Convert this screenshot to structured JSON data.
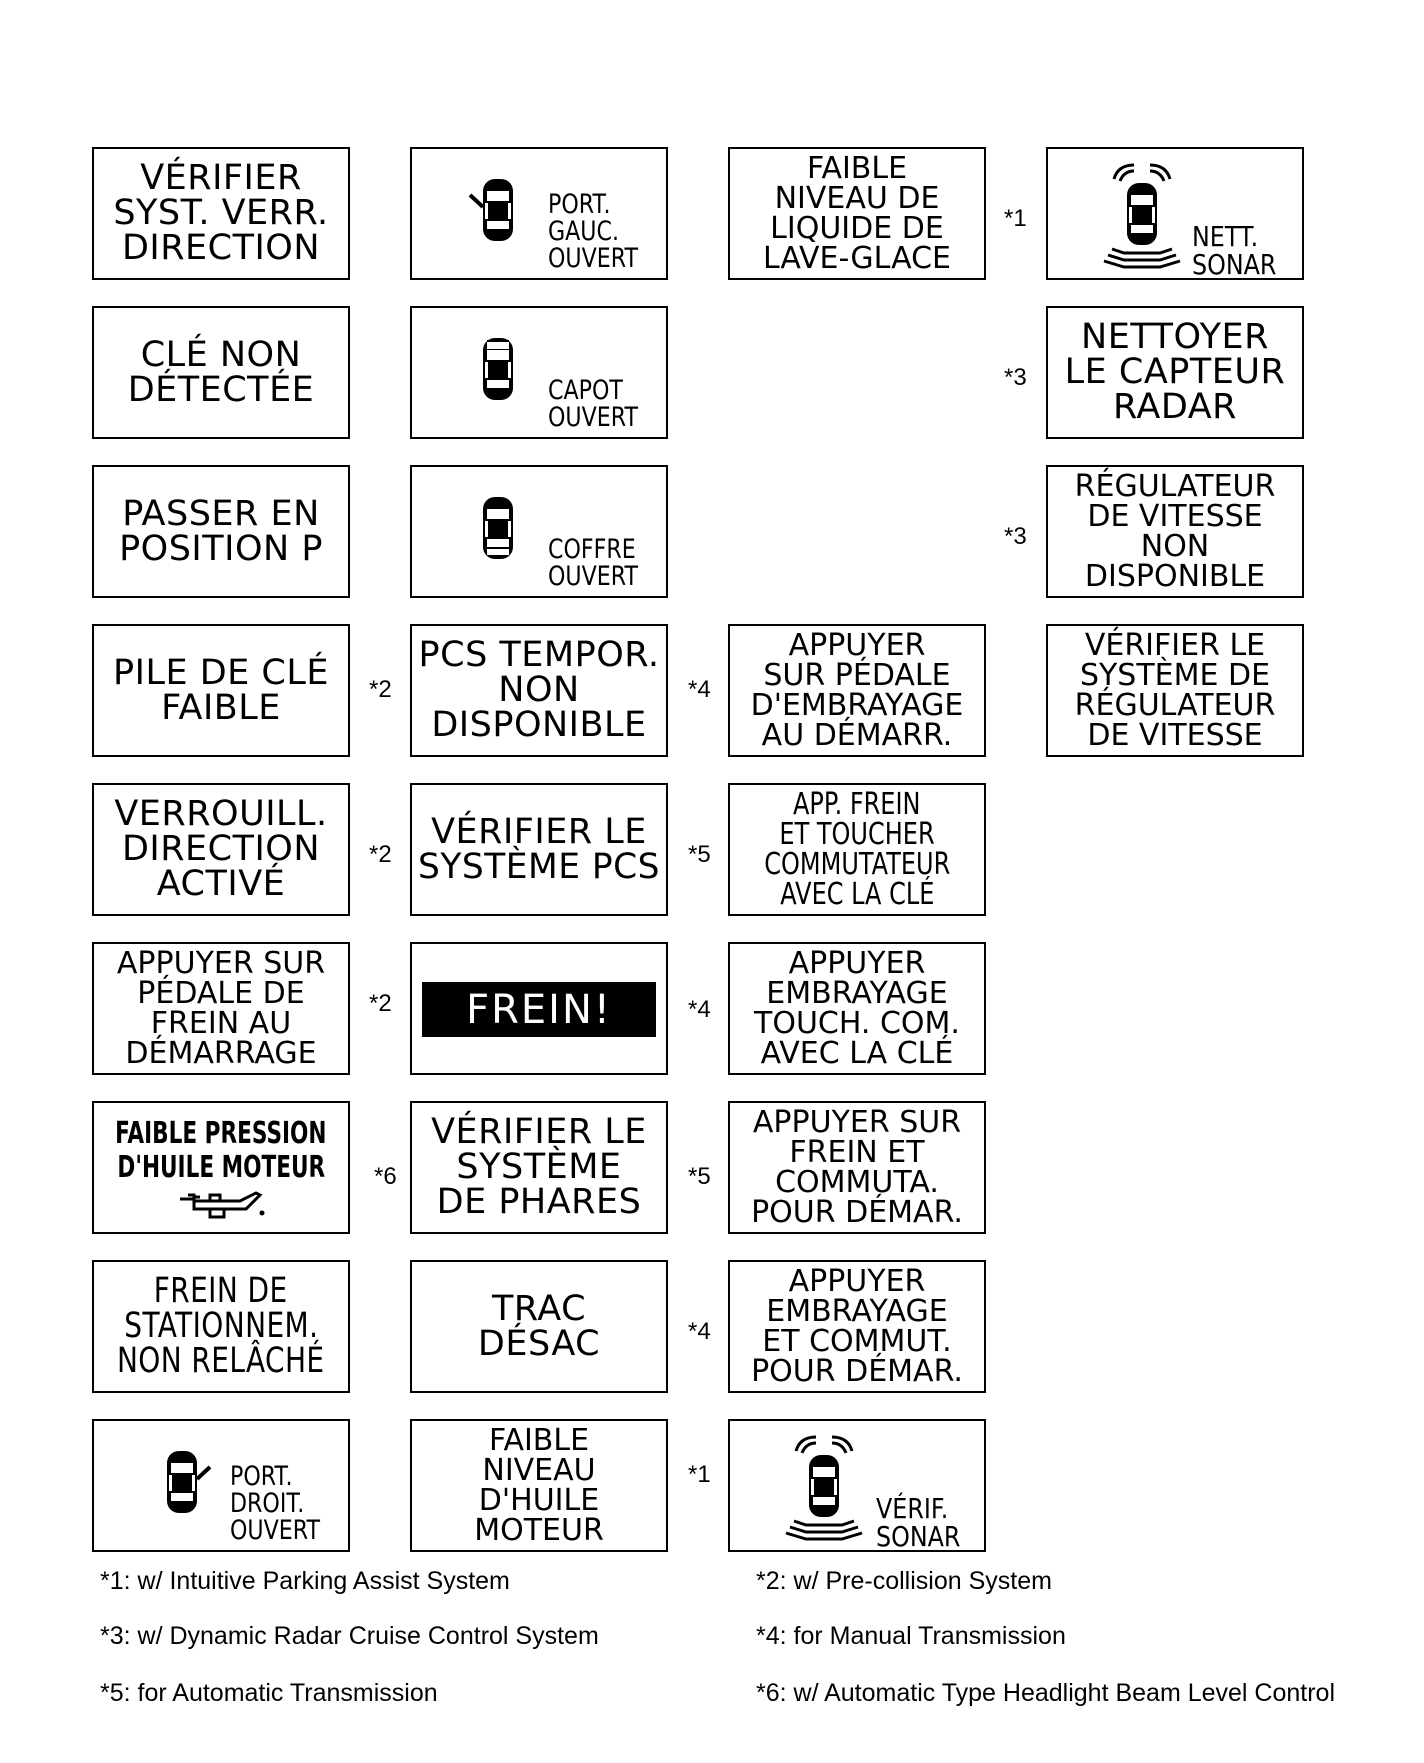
{
  "col1": [
    [
      "VÉRIFIER",
      "SYST. VERR.",
      "DIRECTION"
    ],
    [
      "CLÉ NON",
      "DÉTECTÉE"
    ],
    [
      "PASSER EN",
      "POSITION P"
    ],
    [
      "PILE DE CLÉ",
      "FAIBLE"
    ],
    [
      "VERROUILL.",
      "DIRECTION",
      "ACTIVÉ"
    ],
    [
      "APPUYER SUR",
      "PÉDALE DE",
      "FREIN AU",
      "DÉMARRAGE"
    ],
    [
      "FAIBLE PRESSION",
      "D'HUILE MOTEUR"
    ],
    [
      "FREIN DE",
      "STATIONNEM.",
      "NON RELÂCHÉ"
    ],
    [
      "PORT.",
      "DROIT.",
      "OUVERT"
    ]
  ],
  "col2": [
    [
      "PORT.",
      "GAUC.",
      "OUVERT"
    ],
    [
      "CAPOT",
      "OUVERT"
    ],
    [
      "COFFRE",
      "OUVERT"
    ],
    [
      "PCS TEMPOR.",
      "NON",
      "DISPONIBLE"
    ],
    [
      "VÉRIFIER LE",
      "SYSTÈME PCS"
    ],
    [
      "FREIN!"
    ],
    [
      "VÉRIFIER LE",
      "SYSTÈME",
      "DE PHARES"
    ],
    [
      "TRAC",
      "DÉSAC"
    ],
    [
      "FAIBLE",
      "NIVEAU",
      "D'HUILE",
      "MOTEUR"
    ]
  ],
  "col3": [
    [
      "FAIBLE",
      "NIVEAU DE",
      "LIQUIDE DE",
      "LAVE-GLACE"
    ],
    [
      "APPUYER",
      "SUR PÉDALE",
      "D'EMBRAYAGE",
      "AU DÉMARR."
    ],
    [
      "APP. FREIN",
      "ET TOUCHER",
      "COMMUTATEUR",
      "AVEC LA CLÉ"
    ],
    [
      "APPUYER",
      "EMBRAYAGE",
      "TOUCH. COM.",
      "AVEC LA CLÉ"
    ],
    [
      "APPUYER SUR",
      "FREIN ET",
      "COMMUTA.",
      "POUR DÉMAR."
    ],
    [
      "APPUYER",
      "EMBRAYAGE",
      "ET COMMUT.",
      "POUR DÉMAR."
    ],
    [
      "VÉRIF.",
      "SONAR"
    ]
  ],
  "col4": [
    [
      "NETT.",
      "SONAR"
    ],
    [
      "NETTOYER",
      "LE CAPTEUR",
      "RADAR"
    ],
    [
      "RÉGULATEUR",
      "DE VITESSE",
      "NON",
      "DISPONIBLE"
    ],
    [
      "VÉRIFIER LE",
      "SYSTÈME DE",
      "RÉGULATEUR",
      "DE VITESSE"
    ]
  ],
  "marks": {
    "m1": "*2",
    "m2": "*2",
    "m3": "*2",
    "m4": "*6",
    "m5": "*4",
    "m6": "*5",
    "m7": "*4",
    "m8": "*5",
    "m9": "*4",
    "m10": "*1",
    "m11": "*1",
    "m12": "*3",
    "m13": "*3"
  },
  "footnotes": {
    "f1": "*1: w/ Intuitive Parking Assist System",
    "f2": "*2: w/ Pre-collision System",
    "f3": "*3: w/ Dynamic Radar Cruise Control System",
    "f4": "*4: for Manual Transmission",
    "f5": "*5: for Automatic Transmission",
    "f6": "*6: w/ Automatic Type Headlight Beam Level Control"
  }
}
